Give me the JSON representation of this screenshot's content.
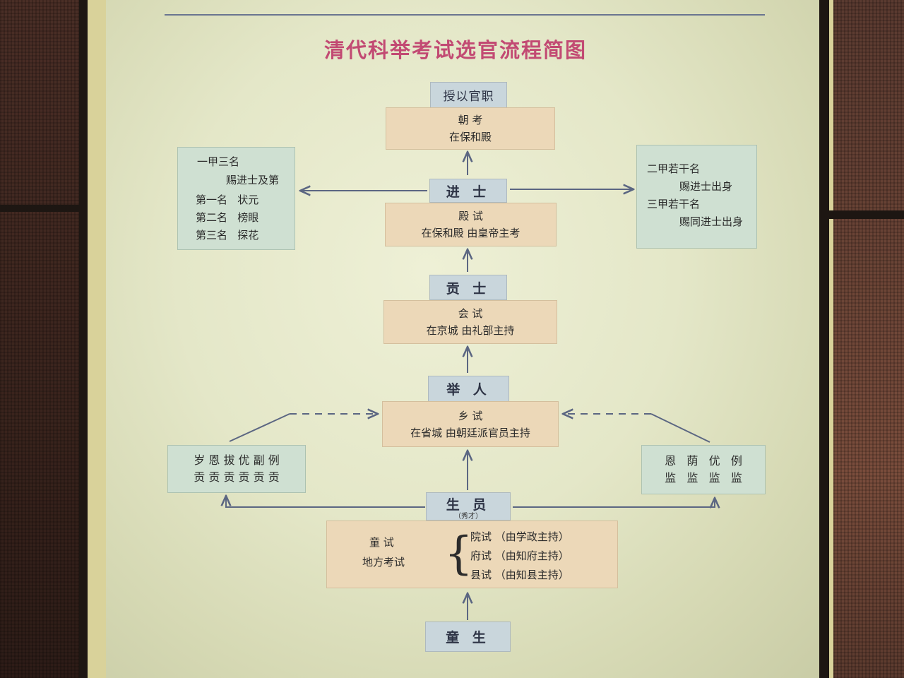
{
  "title": "清代科举考试选官流程简图",
  "nodes": {
    "shouyi": "授以官职",
    "chaokao": {
      "name": "朝 考",
      "detail": "在保和殿"
    },
    "jinshi": "进 士",
    "dianshi": {
      "name": "殿 试",
      "detail": "在保和殿  由皇帝主考"
    },
    "gongshi": "贡 士",
    "huishi": {
      "name": "会 试",
      "detail": "在京城  由礼部主持"
    },
    "juren": "举 人",
    "xiangshi": {
      "name": "乡 试",
      "detail": "在省城  由朝廷派官员主持"
    },
    "shengyuan": "生 员",
    "shengyuan_note": "（秀才）",
    "tongshi": {
      "name": "童 试",
      "detail": "地方考试",
      "levels": [
        "院试 （由学政主持）",
        "府试 （由知府主持）",
        "县试 （由知县主持）"
      ]
    },
    "tongsheng": "童 生"
  },
  "left_panel": {
    "lines": [
      "一甲三名",
      "赐进士及第",
      "第一名   状元",
      "第二名   榜眼",
      "第三名   探花"
    ]
  },
  "right_panel": {
    "lines": [
      "二甲若干名",
      "赐进士出身",
      "三甲若干名",
      "赐同进士出身"
    ]
  },
  "gong_panel": {
    "top": "岁 恩 拔 优 副 例",
    "bottom": "贡 贡 贡 贡 贡 贡"
  },
  "jian_panel": {
    "top": "恩   荫   优   例",
    "bottom": "监   监   监   监"
  },
  "colors": {
    "title": "#c24a73",
    "label_box": "#c9d6dc",
    "exam_box": "#ecd8b8",
    "side_box": "#cfe0d2",
    "arrow": "#5b6682"
  }
}
